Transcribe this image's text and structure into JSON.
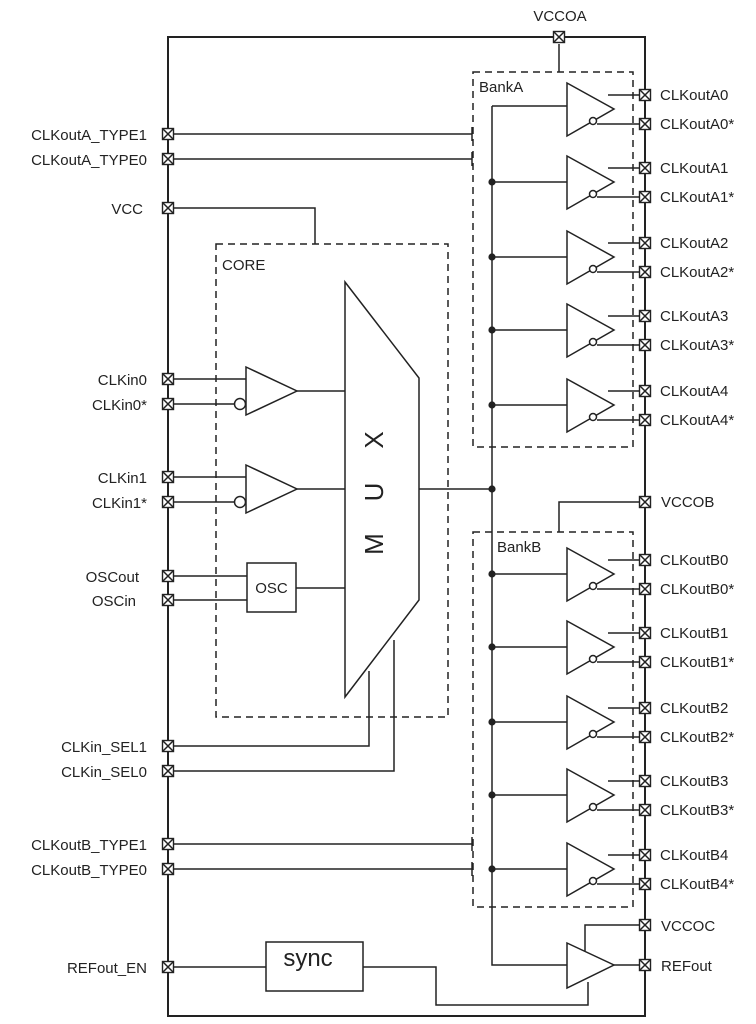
{
  "power_pins": {
    "vccoa": "VCCOA",
    "vccob": "VCCOB",
    "vccoc": "VCCOC",
    "vcc": "VCC"
  },
  "left_pins": {
    "clkouta_type1": "CLKoutA_TYPE1",
    "clkouta_type0": "CLKoutA_TYPE0",
    "clkin0": "CLKin0",
    "clkin0_n": "CLKin0*",
    "clkin1": "CLKin1",
    "clkin1_n": "CLKin1*",
    "oscout": "OSCout",
    "oscin": "OSCin",
    "clkin_sel1": "CLKin_SEL1",
    "clkin_sel0": "CLKin_SEL0",
    "clkoutb_type1": "CLKoutB_TYPE1",
    "clkoutb_type0": "CLKoutB_TYPE0",
    "refout_en": "REFout_EN"
  },
  "bank_a": {
    "label": "BankA",
    "outputs": [
      {
        "p": "CLKoutA0",
        "n": "CLKoutA0*"
      },
      {
        "p": "CLKoutA1",
        "n": "CLKoutA1*"
      },
      {
        "p": "CLKoutA2",
        "n": "CLKoutA2*"
      },
      {
        "p": "CLKoutA3",
        "n": "CLKoutA3*"
      },
      {
        "p": "CLKoutA4",
        "n": "CLKoutA4*"
      }
    ]
  },
  "bank_b": {
    "label": "BankB",
    "outputs": [
      {
        "p": "CLKoutB0",
        "n": "CLKoutB0*"
      },
      {
        "p": "CLKoutB1",
        "n": "CLKoutB1*"
      },
      {
        "p": "CLKoutB2",
        "n": "CLKoutB2*"
      },
      {
        "p": "CLKoutB3",
        "n": "CLKoutB3*"
      },
      {
        "p": "CLKoutB4",
        "n": "CLKoutB4*"
      }
    ]
  },
  "core": {
    "label": "CORE",
    "mux_label": "MUX",
    "osc_label": "OSC"
  },
  "sync_label": "sync",
  "refout": "REFout"
}
